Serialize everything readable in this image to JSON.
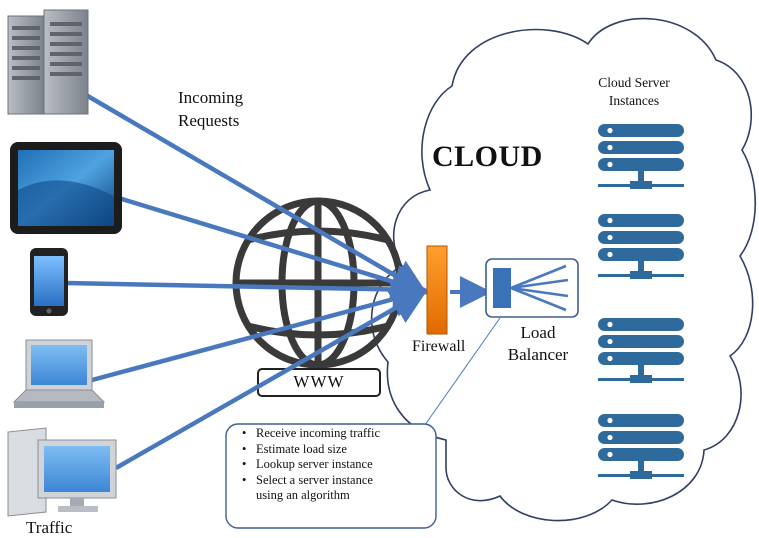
{
  "labels": {
    "incoming_requests": [
      "Incoming",
      "Requests"
    ],
    "cloud_title": "CLOUD",
    "cloud_server_instances": [
      "Cloud Server",
      "Instances"
    ],
    "firewall": "Firewall",
    "load_balancer": [
      "Load",
      "Balancer"
    ],
    "www": "WWW",
    "traffic": "Traffic"
  },
  "load_balancer_steps": [
    "Receive incoming traffic",
    "Estimate load size",
    "Lookup server instance",
    "Select a server instance",
    "using an algorithm"
  ],
  "colors": {
    "arrow": "#4a78bf",
    "server": "#2e6a9c",
    "firewall": "#f08a1c",
    "cloud_outline": "#2f3f63"
  }
}
